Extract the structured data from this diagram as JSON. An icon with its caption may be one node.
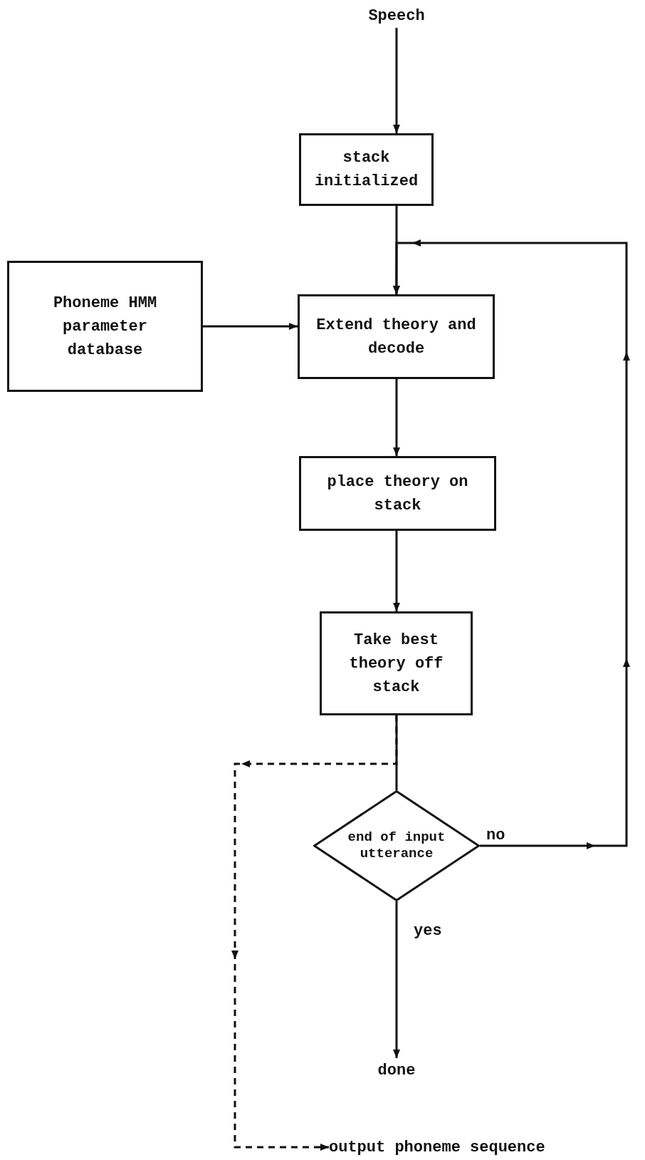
{
  "diagram": {
    "nodes": [
      {
        "text": [
          "Speech"
        ]
      },
      {
        "text": [
          "stack initialized"
        ]
      },
      {
        "text": [
          "Phoneme HMM parameter database"
        ]
      },
      {
        "text": [
          "Extend theory and decode"
        ]
      },
      {
        "text": [
          "place theory on stack"
        ]
      },
      {
        "text": [
          "Take best theory off stack"
        ]
      },
      {
        "text": [
          "end of input utterance"
        ]
      },
      {
        "text": [
          "done"
        ]
      },
      {
        "text": [
          "output phoneme sequence"
        ]
      }
    ],
    "edges": [
      {
        "from": 0,
        "to": 1,
        "arrow": "to"
      },
      {
        "from": 1,
        "to": 3,
        "arrow": "to"
      },
      {
        "from": 2,
        "to": 3,
        "arrow": "to"
      },
      {
        "from": 3,
        "to": 4,
        "arrow": "to"
      },
      {
        "from": 4,
        "to": 5,
        "arrow": "to"
      },
      {
        "from": 5,
        "to": 6,
        "arrow": "none"
      },
      {
        "from": 6,
        "to": 7,
        "arrow": "to",
        "label": "yes"
      },
      {
        "from": 6,
        "to": 3,
        "arrow": "to",
        "label": "no"
      },
      {
        "from": 5,
        "to": 8,
        "arrow": "to",
        "style": "dashed"
      }
    ]
  }
}
